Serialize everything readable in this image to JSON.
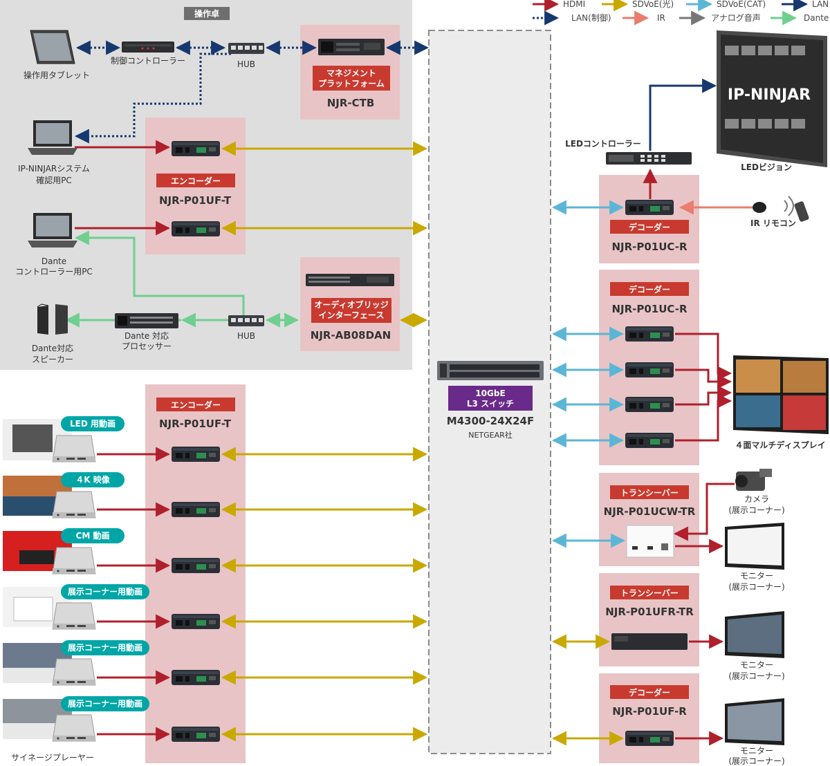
{
  "legend": {
    "hdmi": "HDMI",
    "sdvoe_fiber": "SDVoE(光)",
    "sdvoe_cat": "SDVoE(CAT)",
    "lan": "LAN",
    "lan_control": "LAN(制御)",
    "ir": "IR",
    "analog_audio": "アナログ音声",
    "dante": "Dante"
  },
  "colors": {
    "hdmi": "#b01f2c",
    "sdvoe_fiber": "#c9a800",
    "sdvoe_cat": "#5bb6d6",
    "lan": "#16386e",
    "lan_control": "#16386e",
    "ir": "#ea7d6e",
    "analog_audio": "#777777",
    "dante": "#6fcf8e",
    "badge_red": "#c83a2f",
    "badge_teal": "#00a6a6",
    "badge_purple": "#6a2a8a",
    "zone_pink": "#e8c4c6",
    "control_area": "#dedede"
  },
  "control_area": {
    "label": "操作卓"
  },
  "devices": {
    "tablet": "操作用タブレット",
    "controller": "制御コントローラー",
    "hub1": "HUB",
    "hub2": "HUB",
    "ctb_badge": [
      "マネジメント",
      "プラットフォーム"
    ],
    "ctb_model": "NJR-CTB",
    "pc1": [
      "IP-NINJARシステム",
      "確認用PC"
    ],
    "pc2": [
      "Dante",
      "コントローラー用PC"
    ],
    "enc_top_badge": "エンコーダー",
    "enc_top_model": "NJR-P01UF-T",
    "speaker": [
      "Dante対応",
      "スピーカー"
    ],
    "processor": [
      "Dante 対応",
      "プロセッサー"
    ],
    "audio_badge": [
      "オーディオブリッジ",
      "インターフェース"
    ],
    "audio_model": "NJR-AB08DAN",
    "switch_badge": [
      "10GbE",
      "L3 スイッチ"
    ],
    "switch_model": "M4300-24X24F",
    "switch_maker": "NETGEAR社",
    "enc_bottom_badge": "エンコーダー",
    "enc_bottom_model": "NJR-P01UF-T",
    "signage": "サイネージプレーヤー",
    "sources": [
      "LED 用動画",
      "４K 映像",
      "CM 動画",
      "展示コーナー用動画",
      "展示コーナー用動画",
      "展示コーナー用動画"
    ],
    "led_vision": "LEDビジョン",
    "led_logo": "IP-NINJAR",
    "led_controller": "LEDコントローラー",
    "ir_remote": "IR リモコン",
    "dec1_badge": "デコーダー",
    "dec1_model": "NJR-P01UC-R",
    "dec2_badge": "デコーダー",
    "dec2_model": "NJR-P01UC-R",
    "multi_display": "４面マルチディスプレイ",
    "tr1_badge": "トランシーバー",
    "tr1_model": "NJR-P01UCW-TR",
    "camera": [
      "カメラ",
      "(展示コーナー)"
    ],
    "monitor1": [
      "モニター",
      "(展示コーナー)"
    ],
    "tr2_badge": "トランシーバー",
    "tr2_model": "NJR-P01UFR-TR",
    "monitor2": [
      "モニター",
      "(展示コーナー)"
    ],
    "dec3_badge": "デコーダー",
    "dec3_model": "NJR-P01UF-R",
    "monitor3": [
      "モニター",
      "(展示コーナー)"
    ]
  }
}
